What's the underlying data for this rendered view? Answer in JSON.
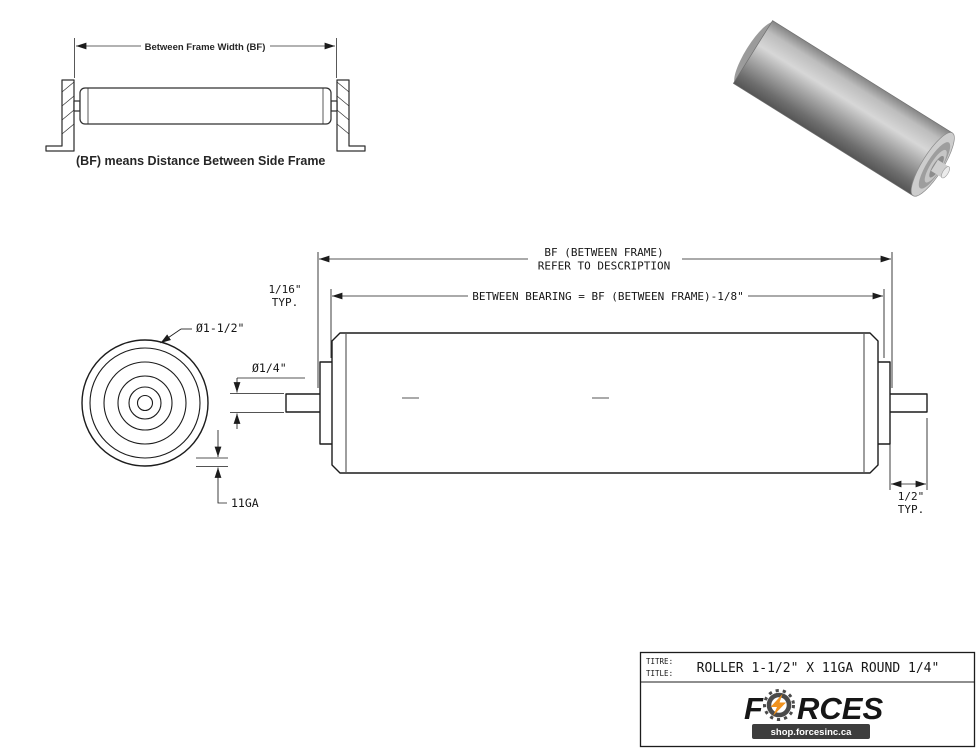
{
  "colors": {
    "logo_gray": "#4a4a4a",
    "logo_orange": "#f0921e",
    "url_bar_bg": "#3d3d3d"
  },
  "inset": {
    "dim_label": "Between Frame Width (BF)",
    "caption": "(BF) means Distance Between Side Frame"
  },
  "dims": {
    "bf_line1": "BF (BETWEEN FRAME)",
    "bf_line2": "REFER TO DESCRIPTION",
    "between_bearing": "BETWEEN BEARING = BF (BETWEEN FRAME)-1/8\"",
    "sixteenth": "1/16\"",
    "sixteenth_typ": "TYP.",
    "roller_dia": "Ø1-1/2\"",
    "axle_dia": "Ø1/4\"",
    "gauge": "11GA",
    "half": "1/2\"",
    "half_typ": "TYP."
  },
  "title_block": {
    "label_titre": "TITRE:",
    "label_title": "TITLE:",
    "title": "ROLLER 1-1/2\" X 11GA ROUND 1/4\"",
    "logo_part1": "F",
    "logo_part2": "RCES",
    "logo_url": "shop.forcesinc.ca"
  }
}
